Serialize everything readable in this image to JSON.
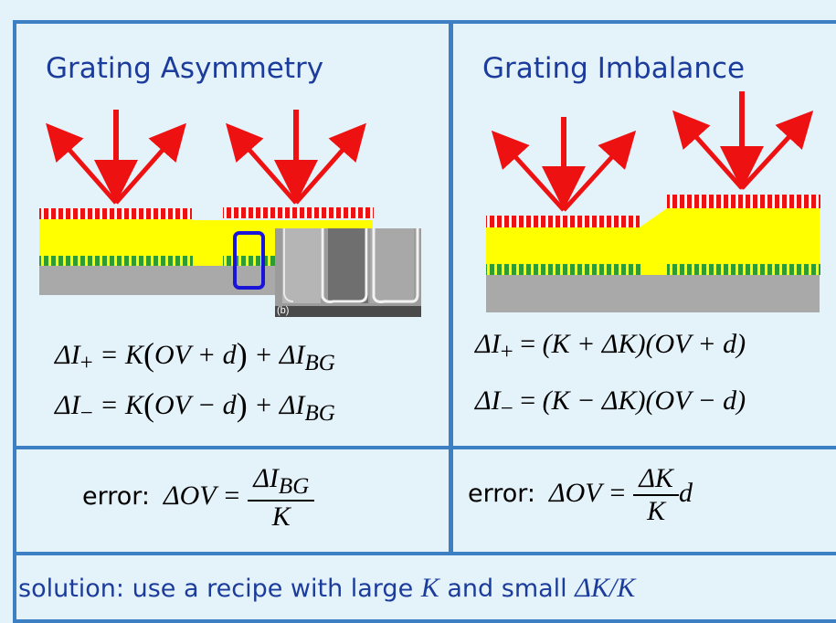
{
  "left_panel": {
    "title": "Grating Asymmetry",
    "inset_label": "(b)",
    "eq_plus": {
      "lhs": "ΔI",
      "sub": "+",
      "op": " = K",
      "open": "(",
      "inner": "OV + d",
      "close": ")",
      "tail": " + ΔI",
      "tail_sub": "BG"
    },
    "eq_minus": {
      "lhs": "ΔI",
      "sub": "−",
      "op": " = K",
      "open": "(",
      "inner": "OV − d",
      "close": ")",
      "tail": " + ΔI",
      "tail_sub": "BG"
    },
    "error": {
      "label": "error:",
      "lhs": "ΔOV =",
      "num": "ΔI",
      "num_sub": "BG",
      "den": "K"
    }
  },
  "right_panel": {
    "title": "Grating Imbalance",
    "eq_plus": {
      "lhs": "ΔI",
      "sub": "+",
      "eq": " = ",
      "f1": "(K + ΔK)",
      "f2": "(OV + d)"
    },
    "eq_minus": {
      "lhs": "ΔI",
      "sub": "−",
      "eq": " = ",
      "f1": "(K − ΔK)",
      "f2": "(OV − d)"
    },
    "error": {
      "label": "error:",
      "lhs": "ΔOV =",
      "num": "ΔK",
      "den": "K",
      "tail": "d"
    }
  },
  "solution": {
    "text": "solution: use a recipe with large ",
    "k": "K",
    "mid": " and small ",
    "ratio": "ΔK/K"
  },
  "colors": {
    "border": "#3c7fc2",
    "title": "#1c3c9c",
    "arrow": "#ee1111",
    "resist": "#ffff00",
    "substrate": "#a9a9a9",
    "top_grating": "#ee1111",
    "bottom_grating": "#2e9c33",
    "highlight_box": "#1a14d8"
  },
  "icons": [
    "incident-arrow-icon",
    "diffracted-arrow-icon"
  ]
}
